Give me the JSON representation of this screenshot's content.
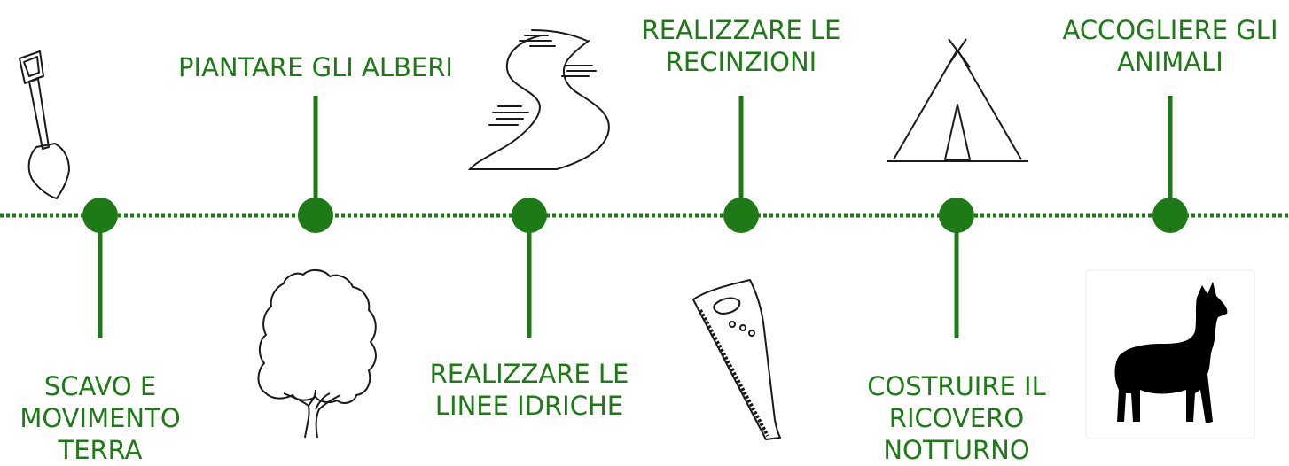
{
  "colors": {
    "accent": "#1e7a16",
    "icon_stroke": "#1a1a1a",
    "background": "#ffffff"
  },
  "timeline": {
    "steps": [
      {
        "label": "SCAVO E\nMOVIMENTO\nTERRA",
        "icon": "shovel-icon"
      },
      {
        "label": "PIANTARE GLI ALBERI",
        "icon": "tree-icon"
      },
      {
        "label": "REALIZZARE LE\nLINEE IDRICHE",
        "icon": "river-icon"
      },
      {
        "label": "REALIZZARE LE\nRECINZIONI",
        "icon": "saw-icon"
      },
      {
        "label": "COSTRUIRE IL\nRICOVERO\nNOTTURNO",
        "icon": "tent-icon"
      },
      {
        "label": "ACCOGLIERE GLI\nANIMALI",
        "icon": "llama-icon"
      }
    ]
  }
}
